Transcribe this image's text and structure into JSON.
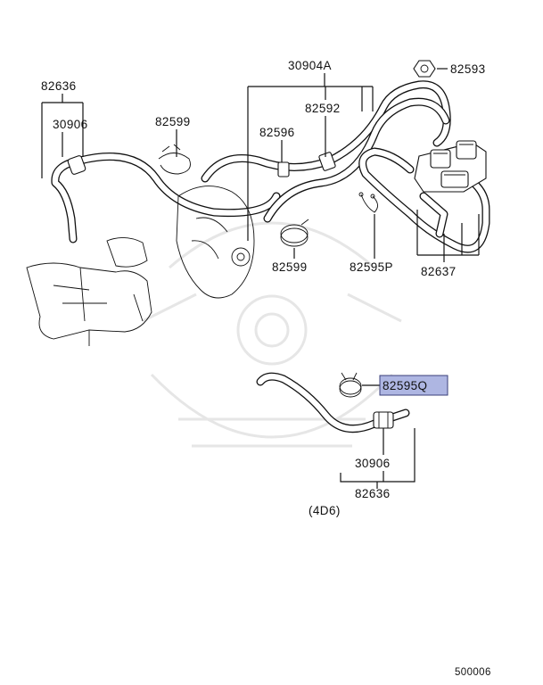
{
  "labels": {
    "l_82636_top": "82636",
    "l_30906_top": "30906",
    "l_82599_top": "82599",
    "l_30904A": "30904A",
    "l_82592": "82592",
    "l_82596": "82596",
    "l_82593": "82593",
    "l_82599_mid": "82599",
    "l_82595P": "82595P",
    "l_82637": "82637",
    "l_82595Q": "82595Q",
    "l_30906_bot": "30906",
    "l_82636_bot": "82636",
    "l_4D6": "(4D6)",
    "l_500006": "500006"
  },
  "highlight": {
    "part": "82595Q",
    "color": "#aeb6e2"
  }
}
